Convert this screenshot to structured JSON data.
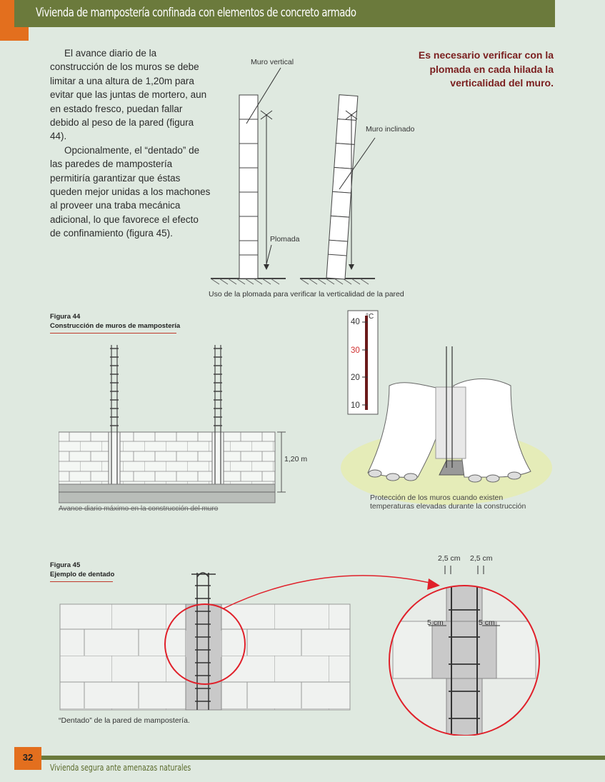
{
  "header": {
    "title": "Vivienda de mampostería confinada con elementos de concreto armado"
  },
  "body": {
    "paragraph1": "El avance diario de la construcción de los muros se debe limitar a una altura de 1,20m para evitar que las juntas de mortero, aun en estado fresco, puedan fallar debido al peso de la pared (figura 44).",
    "paragraph2": "Opcionalmente, el “dentado” de las paredes de mampostería permitiría garantizar que éstas queden mejor unidas a los machones al proveer una traba mecánica adicional, lo que favorece el efecto de confinamiento (figura 45)."
  },
  "callout": "Es necesario verificar con la plomada en cada hilada la verticalidad del muro.",
  "plumb_figure": {
    "label_vertical": "Muro vertical",
    "label_inclined": "Muro inclinado",
    "label_plumb": "Plomada",
    "caption": "Uso de la plomada para verificar la verticalidad de la pared"
  },
  "figure44": {
    "number": "Figura 44",
    "title": "Construcción de muros de mampostería",
    "height_label": "1,20 m",
    "caption": "Avance diario máximo en la construcción del muro"
  },
  "thermo_figure": {
    "unit": "°C",
    "ticks": [
      "40",
      "30",
      "20",
      "10"
    ],
    "caption_line1": "Protección de los muros cuando existen",
    "caption_line2": "temperaturas elevadas durante la construcción"
  },
  "figure45": {
    "number": "Figura 45",
    "title": "Ejemplo de dentado",
    "caption": "“Dentado” de la pared de mampostería.",
    "dim_top_left": "2,5 cm",
    "dim_top_right": "2,5 cm",
    "dim_left": "5 cm",
    "dim_right": "5 cm"
  },
  "footer": {
    "page_number": "32",
    "title": "Vivienda segura ante amenazas naturales"
  },
  "colors": {
    "header": "#6b7a3c",
    "accent": "#e36f1e",
    "callout": "#7a1e1e",
    "highlight_red": "#e0202a",
    "background": "#dfe9e0"
  }
}
